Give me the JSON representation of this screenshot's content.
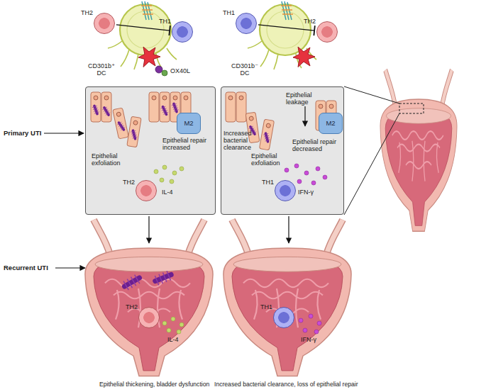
{
  "diagram": {
    "nodes": [
      {
        "text": [
          "TH2"
        ]
      },
      {
        "text": [
          "TH1"
        ]
      },
      {
        "text": [
          "TH1"
        ]
      },
      {
        "text": [
          "TH2"
        ]
      },
      {
        "text": [
          "Epithelial exfoliation",
          "Epithelial repair increased"
        ]
      },
      {
        "text": [
          "M2"
        ],
        "in": 4
      },
      {
        "text": [
          "TH2"
        ],
        "in": 4
      },
      {
        "text": [
          "Epithelial leakage",
          "Increased bacterial clearance",
          "Epithelial exfoliation",
          "Epithelial repair decreased"
        ]
      },
      {
        "text": [
          "M2"
        ],
        "in": 7
      },
      {
        "text": [
          "TH1"
        ],
        "in": 7
      },
      {
        "text": [
          "TH2"
        ]
      },
      {
        "text": [
          "TH1"
        ]
      }
    ],
    "edges": [
      {
        "from": 0,
        "to": 1,
        "arrow": "to"
      },
      {
        "from": 2,
        "to": 3,
        "arrow": "to"
      }
    ],
    "labels": [
      "CD301b⁺ DC",
      "OX40L",
      "CD301b⁻ DC",
      "Primary UTI",
      "IL-4",
      "IFN-γ",
      "Recurrent UTI",
      "IL-4",
      "IFN-γ",
      "Epithelial thickening, bladder dysfunction",
      "Increased bacterial clearance, loss of epithelial repair"
    ]
  }
}
